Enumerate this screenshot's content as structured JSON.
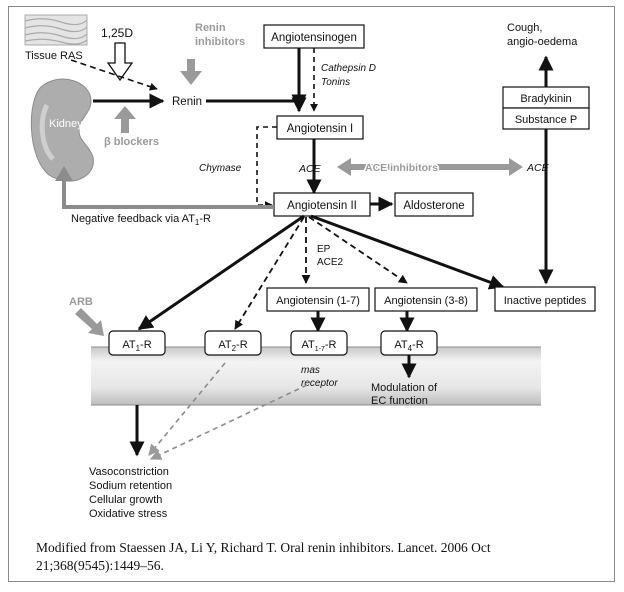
{
  "labels": {
    "tissue_ras": "Tissue RAS",
    "vitd": "1,25D",
    "renin_inhibitors_line1": "Renin",
    "renin_inhibitors_line2": "inhibitors",
    "kidney": "Kidney",
    "beta_blockers": "β blockers",
    "renin": "Renin",
    "angiotensinogen": "Angiotensinogen",
    "cathepsin": "Cathepsin D",
    "tonins": "Tonins",
    "angiotensin1": "Angiotensin I",
    "chymase": "Chymase",
    "ace_left": "ACE",
    "ace_inhibitors": "ACE inhibitors",
    "ace_right": "ACE",
    "angiotensin2": "Angiotensin II",
    "aldosterone": "Aldosterone",
    "negative_feedback_prefix": "Negative feedback via AT",
    "negative_feedback_sub": "1",
    "negative_feedback_suffix": "-R",
    "cough_line1": "Cough,",
    "cough_line2": "angio-oedema",
    "bradykinin": "Bradykinin",
    "substance_p": "Substance P",
    "ep": "EP",
    "ace2": "ACE2",
    "ang17": "Angiotensin (1-7)",
    "ang38": "Angiotensin (3-8)",
    "inactive_peptides": "Inactive peptides",
    "arb": "ARB",
    "at1r_main": "AT",
    "at1r_sub": "1",
    "at1r_suffix": "-R",
    "at2r_main": "AT",
    "at2r_sub": "2",
    "at2r_suffix": "-R",
    "at17r_main": "AT",
    "at17r_sub": "1-7",
    "at17r_suffix": "-R",
    "at4r_main": "AT",
    "at4r_sub": "4",
    "at4r_suffix": "-R",
    "mas_line1": "mas",
    "mas_line2": "receptor",
    "modulation_line1": "Modulation of",
    "modulation_line2": "EC function",
    "effects": [
      "Vasoconstriction",
      "Sodium retention",
      "Cellular growth",
      "Oxidative stress"
    ]
  },
  "caption": "Modified from Staessen JA, Li Y, Richard T. Oral renin inhibitors. Lancet. 2006 Oct 21;368(9545):1449–56.",
  "colors": {
    "black": "#111111",
    "gray": "#9a9a9a",
    "membrane_light": "#f2f2f2",
    "membrane_dark": "#c4c4c4",
    "kidney": "#a9a9a9"
  }
}
